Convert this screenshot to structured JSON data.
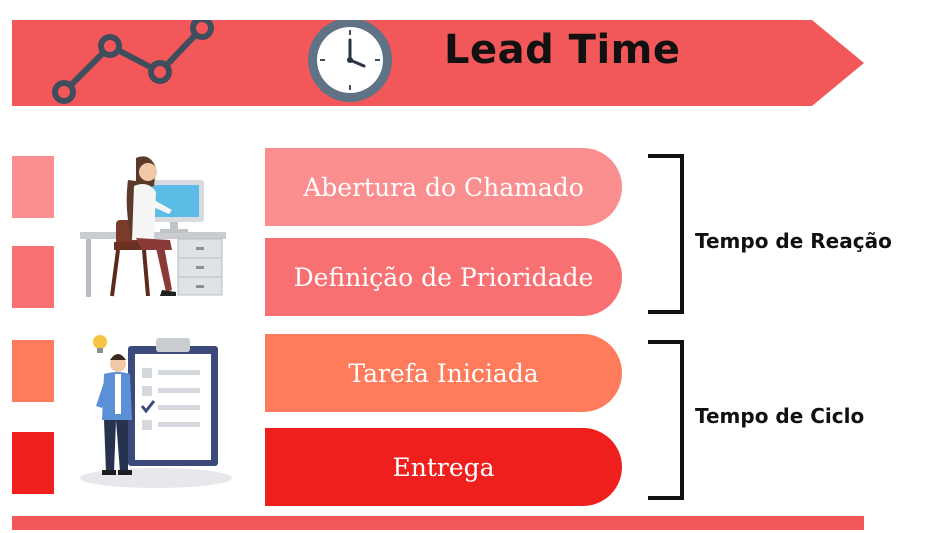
{
  "banner": {
    "title": "Lead Time",
    "icons": [
      "line-chart-icon",
      "clock-icon"
    ],
    "color": "#f2575a"
  },
  "stages": [
    {
      "label": "Abertura do Chamado",
      "color": "#fb8e8e"
    },
    {
      "label": "Definição de Prioridade",
      "color": "#f87071"
    },
    {
      "label": "Tarefa Iniciada",
      "color": "#fe7b5c"
    },
    {
      "label": "Entrega",
      "color": "#ee1f1c"
    }
  ],
  "groups": [
    {
      "label": "Tempo de Reação"
    },
    {
      "label": "Tempo de Ciclo"
    }
  ],
  "illustrations": [
    "person-at-desk-illustration",
    "checklist-person-illustration"
  ]
}
